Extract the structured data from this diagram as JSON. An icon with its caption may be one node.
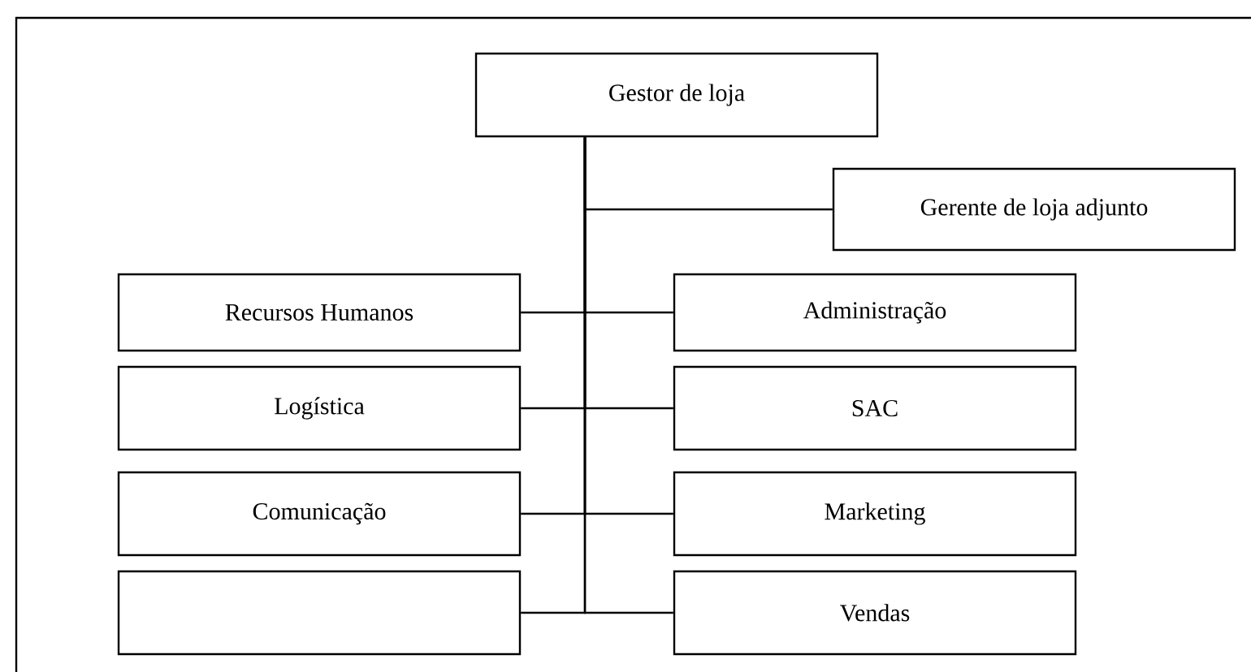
{
  "diagram": {
    "nodes": [
      {
        "text": [
          "Gestor de loja"
        ]
      },
      {
        "text": [
          "Gerente de loja adjunto"
        ]
      },
      {
        "text": [
          "Recursos Humanos"
        ]
      },
      {
        "text": [
          "Administração"
        ]
      },
      {
        "text": [
          "Logística"
        ]
      },
      {
        "text": [
          "SAC"
        ]
      },
      {
        "text": [
          "Comunicação"
        ]
      },
      {
        "text": [
          "Marketing"
        ]
      },
      {
        "text": [],
        "shape": "box"
      },
      {
        "text": [
          "Vendas"
        ]
      }
    ],
    "edges": [
      {
        "from": 0,
        "to": 1,
        "arrow": "none"
      },
      {
        "from": 0,
        "to": 2,
        "arrow": "none"
      },
      {
        "from": 0,
        "to": 3,
        "arrow": "none"
      },
      {
        "from": 0,
        "to": 4,
        "arrow": "none"
      },
      {
        "from": 0,
        "to": 5,
        "arrow": "none"
      },
      {
        "from": 0,
        "to": 6,
        "arrow": "none"
      },
      {
        "from": 0,
        "to": 7,
        "arrow": "none"
      },
      {
        "from": 0,
        "to": 8,
        "arrow": "none"
      },
      {
        "from": 0,
        "to": 9,
        "arrow": "none"
      }
    ]
  }
}
